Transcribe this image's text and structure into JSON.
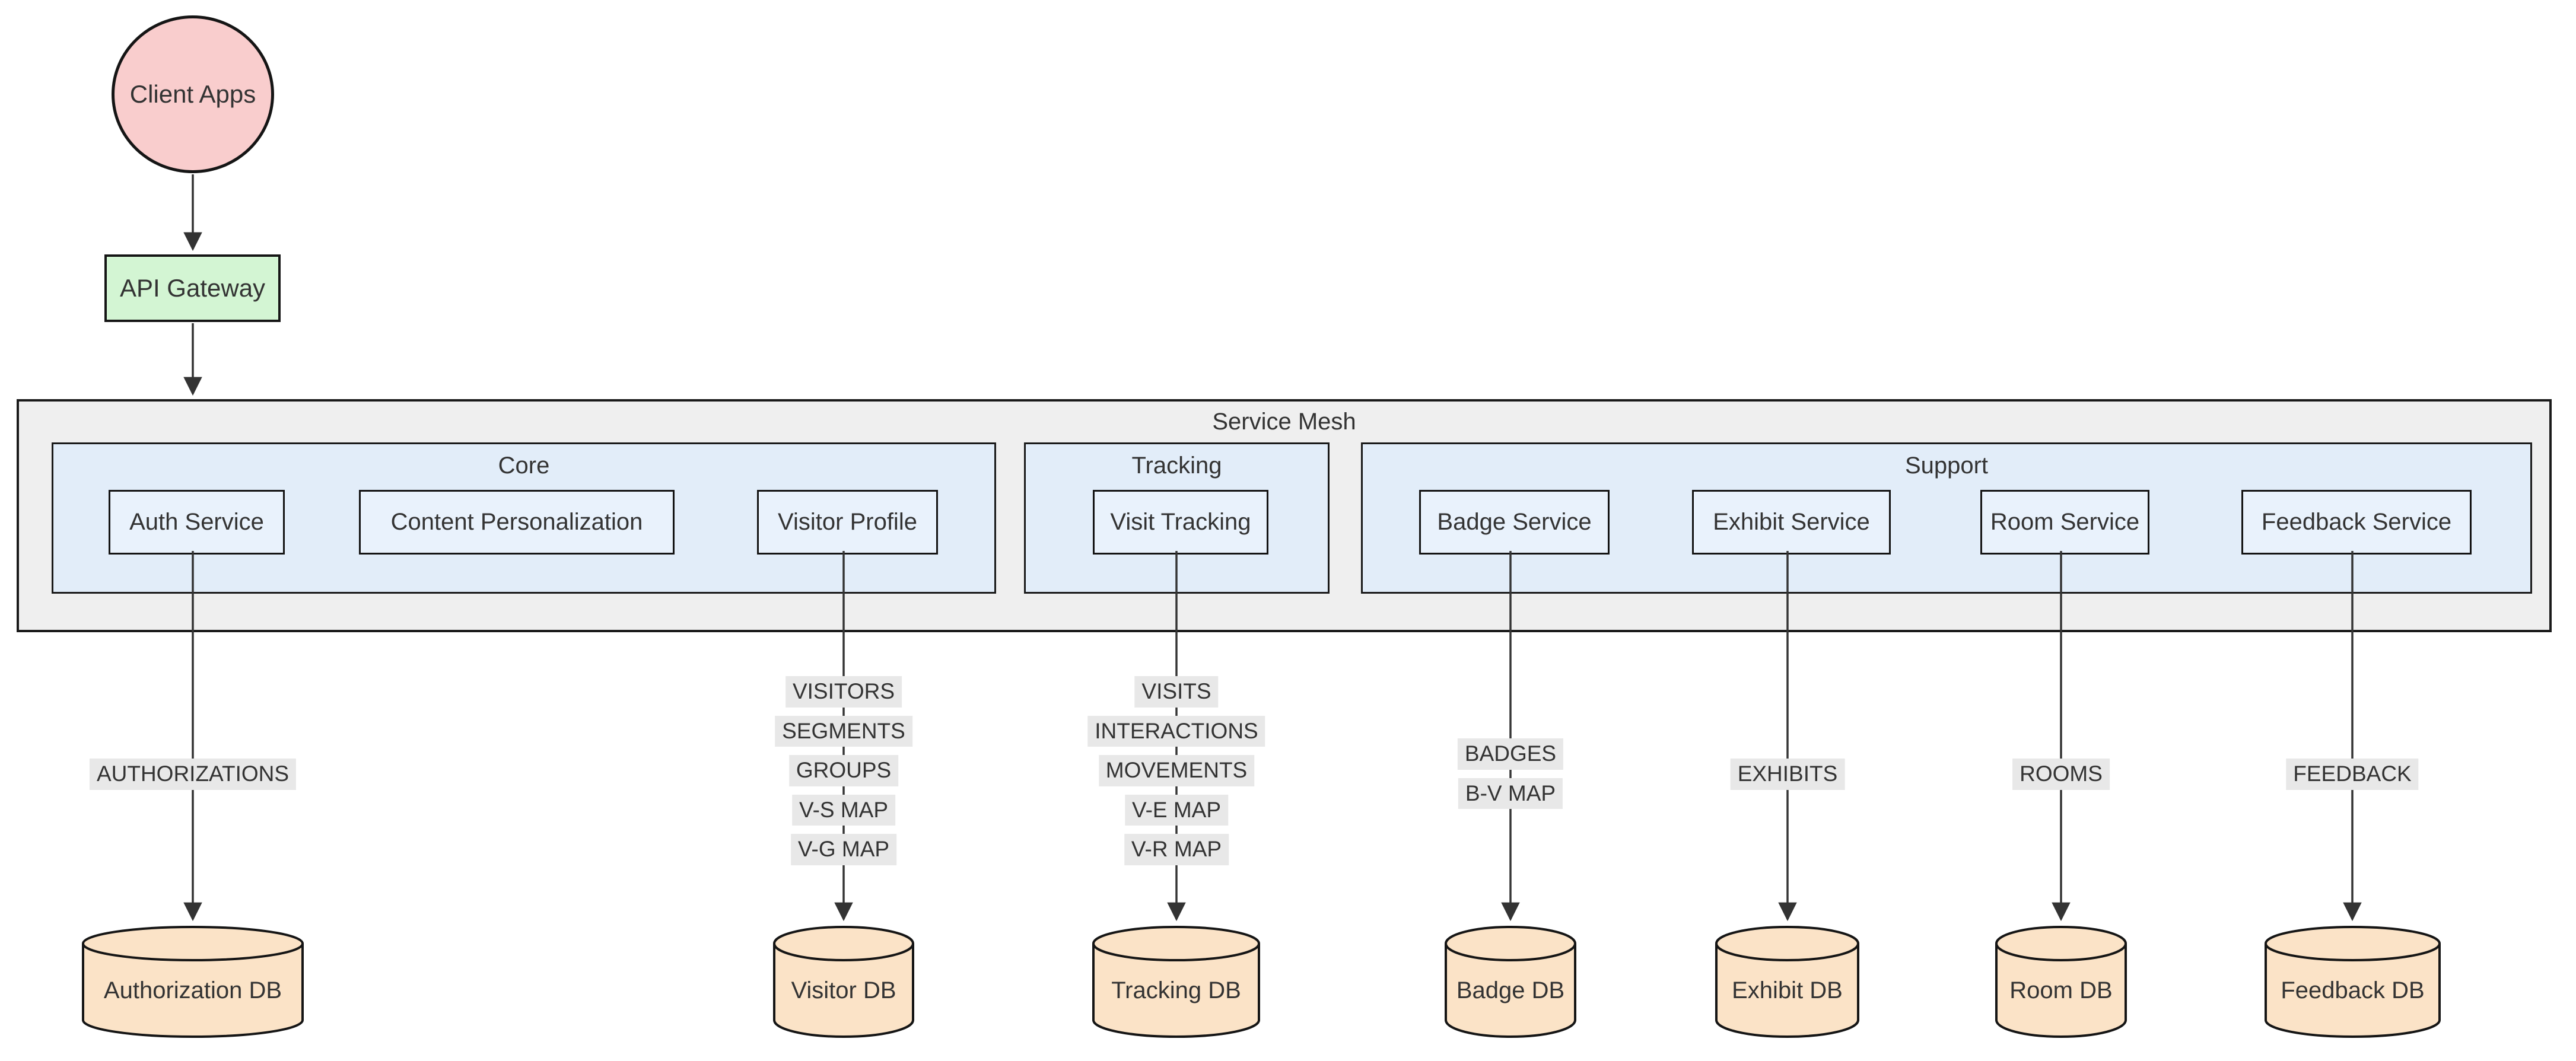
{
  "client": {
    "label": "Client Apps"
  },
  "gateway": {
    "label": "API Gateway"
  },
  "mesh": {
    "title": "Service Mesh",
    "groups": [
      {
        "title": "Core",
        "nodes": [
          {
            "label": "Auth Service"
          },
          {
            "label": "Content Personalization"
          },
          {
            "label": "Visitor Profile"
          }
        ]
      },
      {
        "title": "Tracking",
        "nodes": [
          {
            "label": "Visit Tracking"
          }
        ]
      },
      {
        "title": "Support",
        "nodes": [
          {
            "label": "Badge Service"
          },
          {
            "label": "Exhibit Service"
          },
          {
            "label": "Room Service"
          },
          {
            "label": "Feedback Service"
          }
        ]
      }
    ]
  },
  "edges": [
    {
      "from": "Client Apps",
      "to": "API Gateway",
      "labels": []
    },
    {
      "from": "API Gateway",
      "to": "Service Mesh",
      "labels": []
    },
    {
      "from": "Auth Service",
      "to": "Authorization DB",
      "labels": [
        "AUTHORIZATIONS"
      ]
    },
    {
      "from": "Visitor Profile",
      "to": "Visitor DB",
      "labels": [
        "VISITORS",
        "SEGMENTS",
        "GROUPS",
        "V-S MAP",
        "V-G MAP"
      ]
    },
    {
      "from": "Visit Tracking",
      "to": "Tracking DB",
      "labels": [
        "VISITS",
        "INTERACTIONS",
        "MOVEMENTS",
        "V-E MAP",
        "V-R MAP"
      ]
    },
    {
      "from": "Badge Service",
      "to": "Badge DB",
      "labels": [
        "BADGES",
        "B-V MAP"
      ]
    },
    {
      "from": "Exhibit Service",
      "to": "Exhibit DB",
      "labels": [
        "EXHIBITS"
      ]
    },
    {
      "from": "Room Service",
      "to": "Room DB",
      "labels": [
        "ROOMS"
      ]
    },
    {
      "from": "Feedback Service",
      "to": "Feedback DB",
      "labels": [
        "FEEDBACK"
      ]
    }
  ],
  "databases": [
    {
      "label": "Authorization DB"
    },
    {
      "label": "Visitor DB"
    },
    {
      "label": "Tracking DB"
    },
    {
      "label": "Badge DB"
    },
    {
      "label": "Exhibit DB"
    },
    {
      "label": "Room DB"
    },
    {
      "label": "Feedback DB"
    }
  ],
  "colors": {
    "client_fill": "#f9cdcd",
    "gateway_fill": "#d3f5d3",
    "mesh_fill": "#efefef",
    "group_fill": "#e2edf9",
    "node_fill": "#e9f2fc",
    "db_fill": "#fbe3c7",
    "edge_label_bg": "#e8e8e8",
    "stroke": "#1a1a1a",
    "edge_color": "#333333",
    "text": "#333333"
  }
}
